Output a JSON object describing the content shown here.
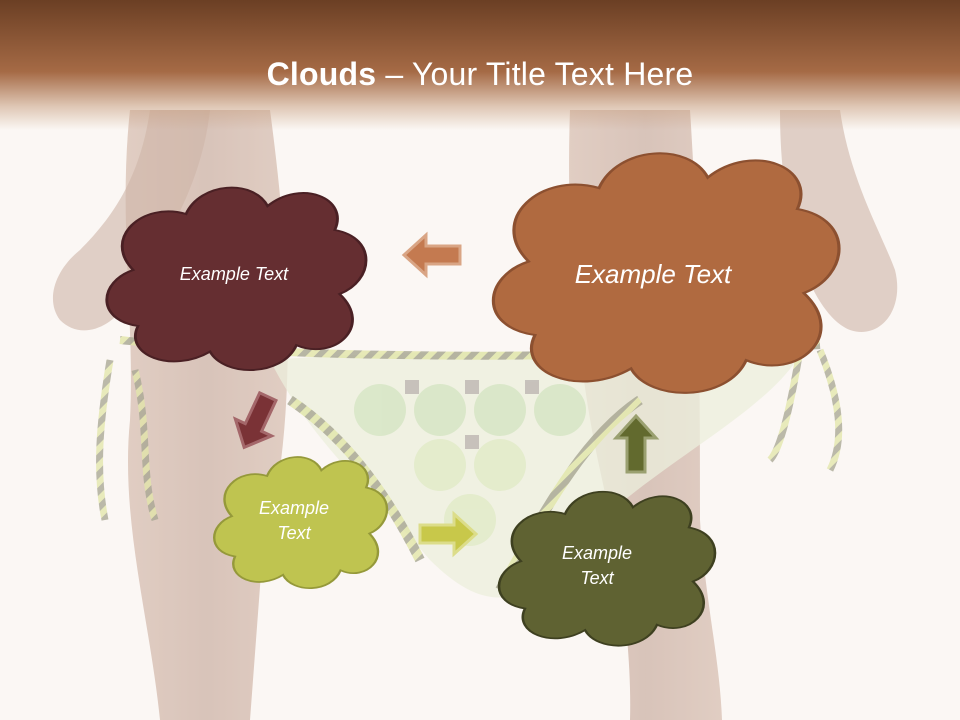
{
  "title": {
    "bold": "Clouds",
    "rest": " – Your Title Text Here"
  },
  "colors": {
    "title_bar": "#8e5634",
    "cloud_dark_red": "#652e31",
    "cloud_brown": "#b06a40",
    "cloud_yellow_green": "#bfc450",
    "cloud_olive": "#5f6232",
    "background": "#fbf7f4"
  },
  "clouds": [
    {
      "label": "Example Text",
      "color": "#652e31"
    },
    {
      "label": "Example Text",
      "color": "#b06a40"
    },
    {
      "label": "Example\nText",
      "color": "#bfc450"
    },
    {
      "label": "Example\nText",
      "color": "#5f6232"
    }
  ],
  "arrows": [
    {
      "name": "arrow-left",
      "direction": "left",
      "color": "#c47a50"
    },
    {
      "name": "arrow-down",
      "direction": "down-left",
      "color": "#7a3236"
    },
    {
      "name": "arrow-right",
      "direction": "right",
      "color": "#c8c84a"
    },
    {
      "name": "arrow-up",
      "direction": "up",
      "color": "#626a2e"
    }
  ]
}
